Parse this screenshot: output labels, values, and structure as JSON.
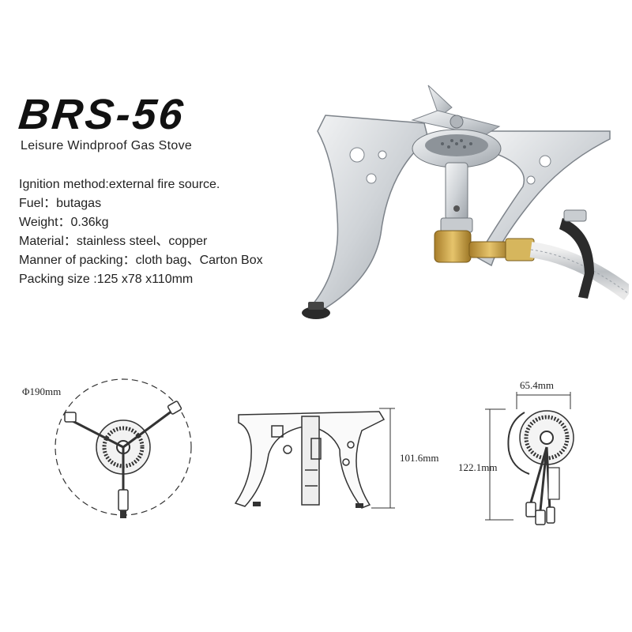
{
  "product": {
    "title": "BRS-56",
    "subtitle": "Leisure Windproof Gas Stove"
  },
  "specs": [
    "Ignition method:external fire source.",
    "Fuel：butagas",
    "Weight：0.36kg",
    "Material：stainless steel、copper",
    "Manner of packing：cloth bag、Carton Box",
    "Packing size :125 x78 x110mm"
  ],
  "dimensions": {
    "diameter": "Φ190mm",
    "height": "101.6mm",
    "burner_width": "65.4mm",
    "burner_length": "122.1mm"
  },
  "colors": {
    "metal": "#d9dcdf",
    "metal_dark": "#8b9097",
    "brass": "#c9a24a",
    "line": "#333333"
  }
}
